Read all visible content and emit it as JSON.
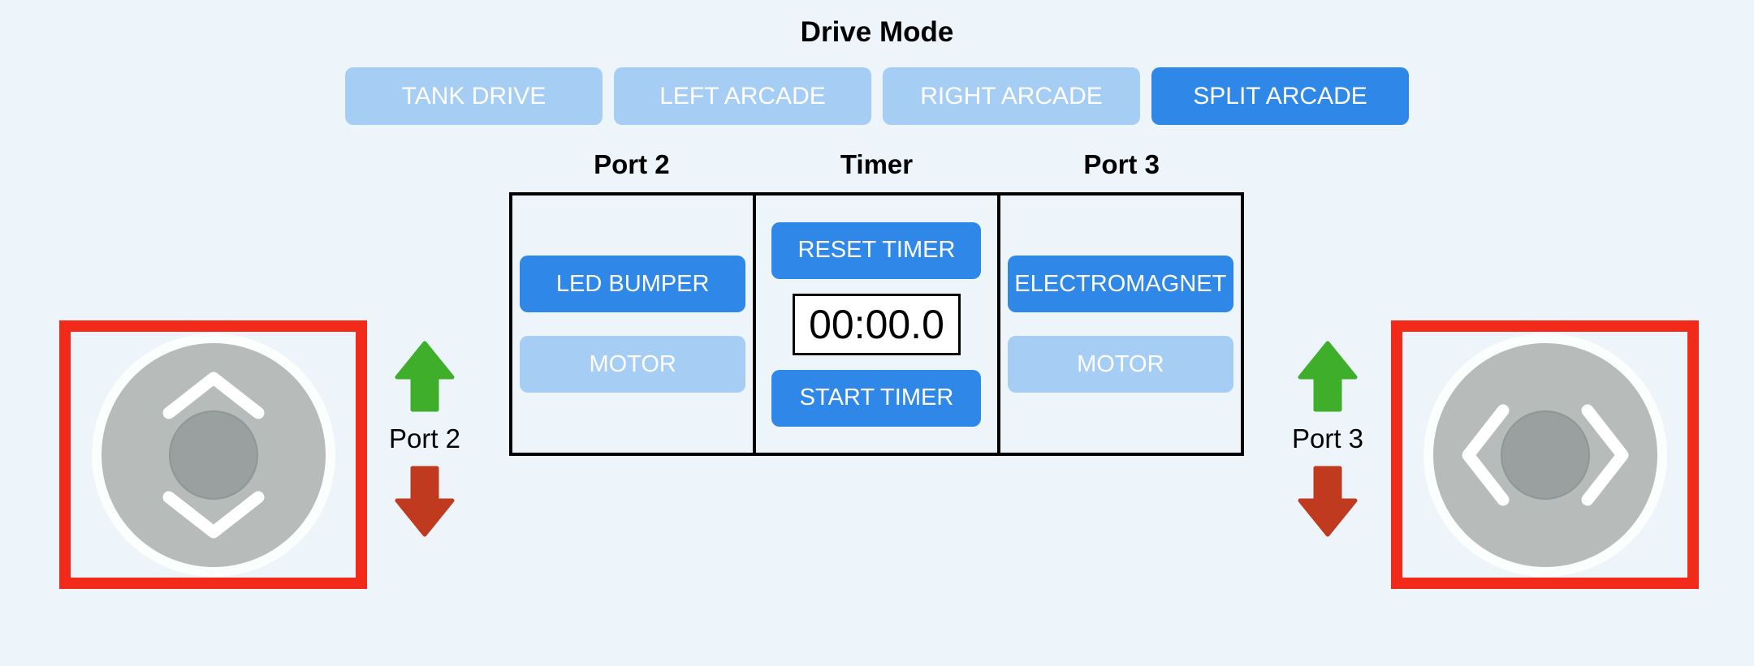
{
  "drive_mode": {
    "title": "Drive Mode",
    "options": [
      {
        "label": "TANK DRIVE",
        "active": false
      },
      {
        "label": "LEFT ARCADE",
        "active": false
      },
      {
        "label": "RIGHT ARCADE",
        "active": false
      },
      {
        "label": "SPLIT ARCADE",
        "active": true
      }
    ]
  },
  "panel": {
    "port2": {
      "header": "Port 2",
      "buttons": [
        {
          "label": "LED BUMPER",
          "active": true
        },
        {
          "label": "MOTOR",
          "active": false
        }
      ]
    },
    "timer": {
      "header": "Timer",
      "reset_label": "RESET TIMER",
      "display": "00:00.0",
      "start_label": "START TIMER"
    },
    "port3": {
      "header": "Port 3",
      "buttons": [
        {
          "label": "ELECTROMAGNET",
          "active": true
        },
        {
          "label": "MOTOR",
          "active": false
        }
      ]
    }
  },
  "joysticks": {
    "left": {
      "label": "Port 2",
      "axis": "vertical"
    },
    "right": {
      "label": "Port 3",
      "axis": "horizontal"
    }
  },
  "colors": {
    "background": "#edf4fa",
    "active_blue": "#2f87e8",
    "inactive_blue": "#a6cdf4",
    "arrow_green": "#3fae2a",
    "arrow_red": "#bf3a1e",
    "joystick_frame_red": "#f22a1a",
    "joystick_gray": "#b7bcbb",
    "knob_gray": "#9aa09f"
  }
}
